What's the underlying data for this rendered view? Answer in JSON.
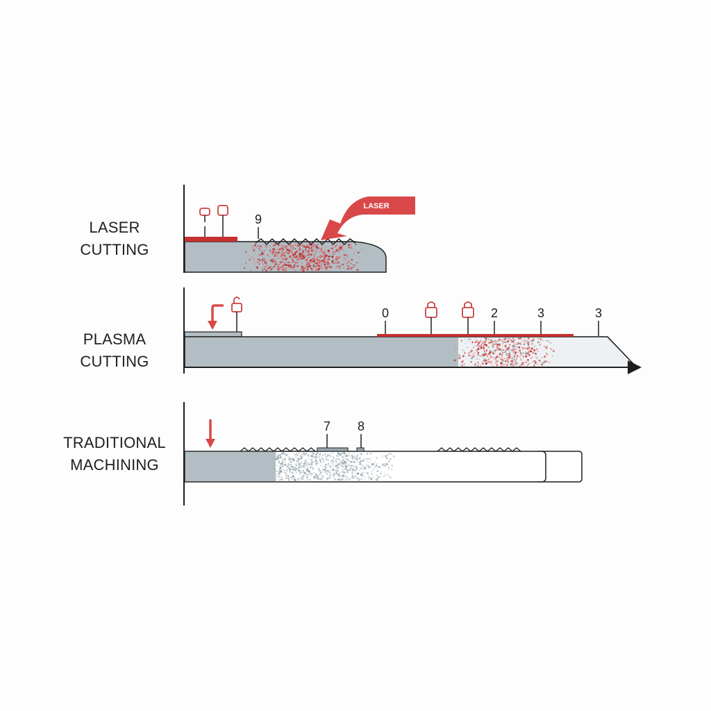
{
  "colors": {
    "background": "#fdfdfd",
    "material": "#b3bec4",
    "outline": "#1e1e1e",
    "accent_red": "#d43a3a",
    "dark_red": "#b32424",
    "powder_grey": "#8fa0a8"
  },
  "sections": {
    "laser": {
      "label_line1": "LASER",
      "label_line2": "CUTTING",
      "arrow_text": "LASER",
      "markers": [
        "9"
      ],
      "icons": [
        "tool-icon",
        "tool-icon"
      ]
    },
    "plasma": {
      "label_line1": "PLASMA",
      "label_line2": "CUTTING",
      "markers": [
        "0",
        "2",
        "3",
        "3"
      ],
      "icons": [
        "down-arrow-icon",
        "lock-icon",
        "lock-icon",
        "lock-icon"
      ]
    },
    "traditional": {
      "label_line1": "TRADITIONAL",
      "label_line2": "MACHINING",
      "markers": [
        "7",
        "8"
      ],
      "icons": [
        "down-arrow-icon"
      ]
    }
  }
}
